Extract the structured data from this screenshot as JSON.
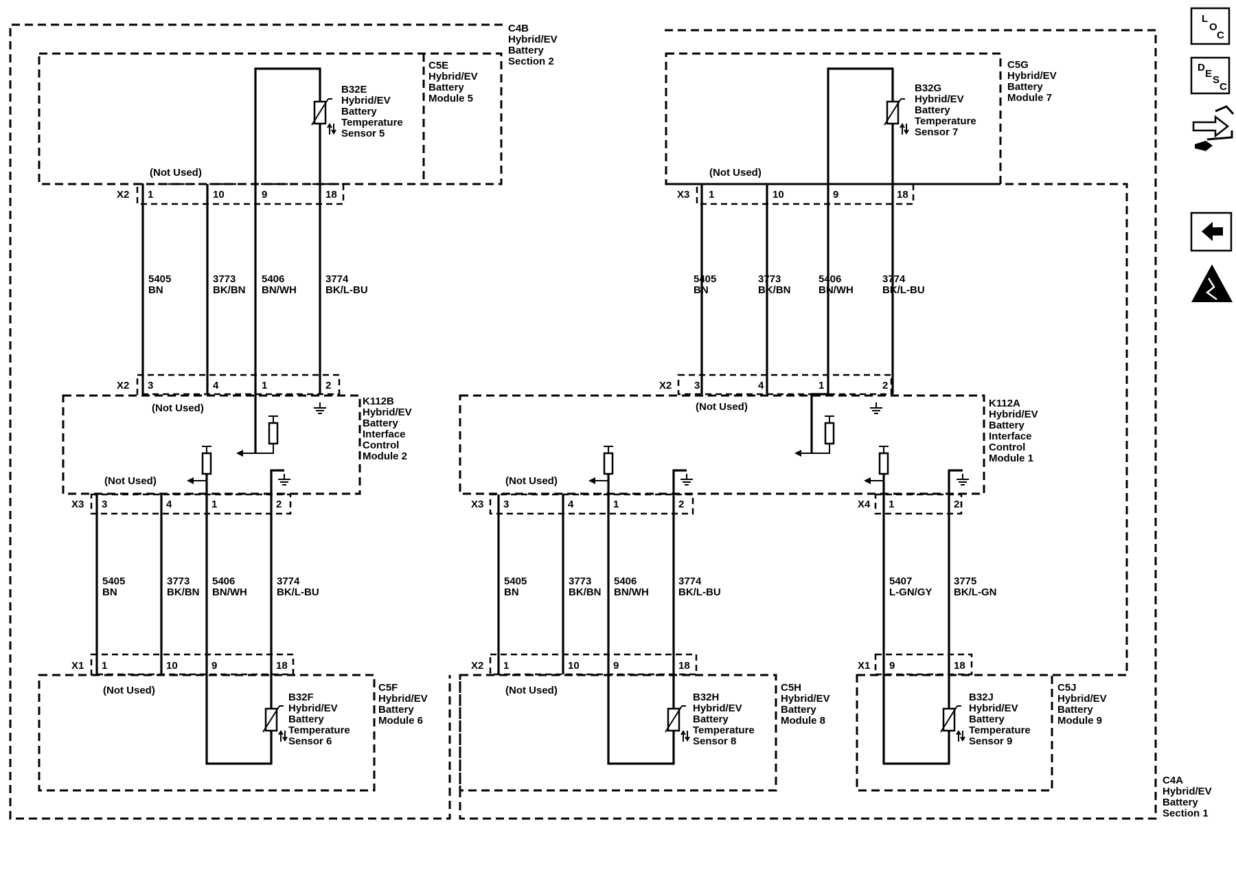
{
  "sections": {
    "section2": [
      "C4B",
      "Hybrid/EV",
      "Battery",
      "Section 2"
    ],
    "section1": [
      "C4A",
      "Hybrid/EV",
      "Battery",
      "Section 1"
    ]
  },
  "modules": {
    "m5": [
      "C5E",
      "Hybrid/EV",
      "Battery",
      "Module 5"
    ],
    "m7": [
      "C5G",
      "Hybrid/EV",
      "Battery",
      "Module 7"
    ],
    "m6": [
      "C5F",
      "Hybrid/EV",
      "Battery",
      "Module 6"
    ],
    "m8": [
      "C5H",
      "Hybrid/EV",
      "Battery",
      "Module 8"
    ],
    "m9": [
      "C5J",
      "Hybrid/EV",
      "Battery",
      "Module 9"
    ],
    "k112b": [
      "K112B",
      "Hybrid/EV",
      "Battery",
      "Interface",
      "Control",
      "Module 2"
    ],
    "k112a": [
      "K112A",
      "Hybrid/EV",
      "Battery",
      "Interface",
      "Control",
      "Module 1"
    ]
  },
  "sensors": {
    "s5": [
      "B32E",
      "Hybrid/EV",
      "Battery",
      "Temperature",
      "Sensor 5"
    ],
    "s7": [
      "B32G",
      "Hybrid/EV",
      "Battery",
      "Temperature",
      "Sensor 7"
    ],
    "s6": [
      "B32F",
      "Hybrid/EV",
      "Battery",
      "Temperature",
      "Sensor 6"
    ],
    "s8": [
      "B32H",
      "Hybrid/EV",
      "Battery",
      "Temperature",
      "Sensor 8"
    ],
    "s9": [
      "B32J",
      "Hybrid/EV",
      "Battery",
      "Temperature",
      "Sensor 9"
    ]
  },
  "not_used": "(Not Used)",
  "connectors": {
    "x2": "X2",
    "x3": "X3",
    "x1": "X1",
    "x4": "X4"
  },
  "pins": {
    "top": [
      "1",
      "10",
      "9",
      "18"
    ],
    "mid_top": [
      "3",
      "4",
      "1",
      "2"
    ],
    "mid_bottom": [
      "3",
      "4",
      "1",
      "2"
    ],
    "bottom": [
      "1",
      "10",
      "9",
      "18"
    ],
    "pair_top": [
      "1",
      "2"
    ],
    "pair_bottom": [
      "9",
      "18"
    ]
  },
  "circuits": {
    "c5405": [
      "5405",
      "BN"
    ],
    "c3773": [
      "3773",
      "BK/BN"
    ],
    "c5406": [
      "5406",
      "BN/WH"
    ],
    "c3774": [
      "3774",
      "BK/L-BU"
    ],
    "c5407": [
      "5407",
      "L-GN/GY"
    ],
    "c3775": [
      "3775",
      "BK/L-GN"
    ]
  },
  "toolbar": {
    "loc": [
      "L",
      "O",
      "C"
    ],
    "desc": [
      "D",
      "E",
      "S",
      "C"
    ]
  }
}
